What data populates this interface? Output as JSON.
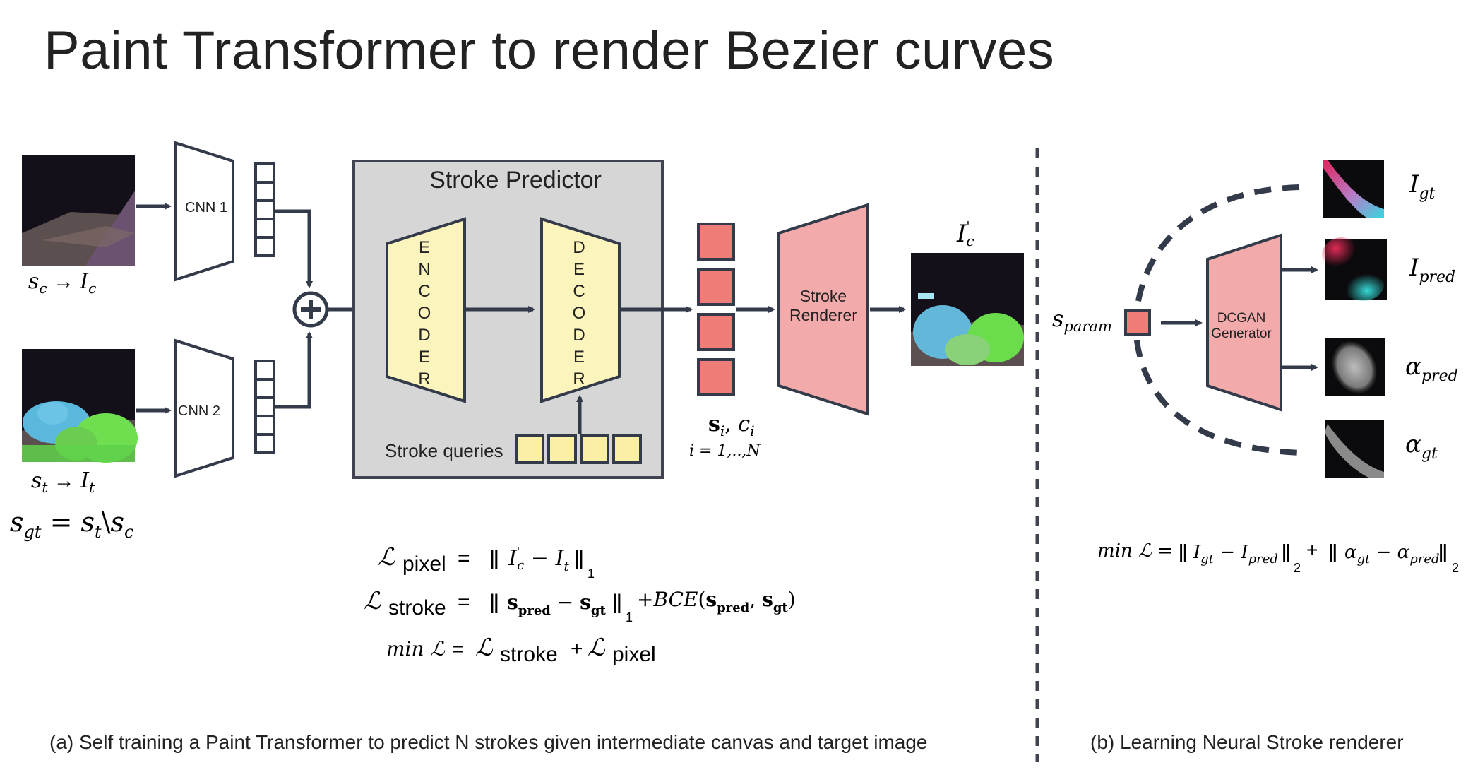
{
  "title": "Paint Transformer to render Bezier curves",
  "left_panel": {
    "cnn1_label": "CNN 1",
    "cnn2_label": "CNN 2",
    "img_c_label": "s_c → I_c",
    "img_t_label": "s_t → I_t",
    "sgt_formula": "s_gt = s_t\\s_c",
    "stroke_predictor_title": "Stroke Predictor",
    "encoder_letters": [
      "E",
      "N",
      "C",
      "O",
      "D",
      "E",
      "R"
    ],
    "decoder_letters": [
      "D",
      "E",
      "C",
      "O",
      "D",
      "E",
      "R"
    ],
    "stroke_queries_label": "Stroke queries",
    "stroke_renderer_label_1": "Stroke",
    "stroke_renderer_label_2": "Renderer",
    "si_ci_label": "s_i, c_i",
    "i_range_label": "i = 1,..,N",
    "output_label": "I'_c",
    "loss_pixel": "ℒ pixel = ‖ I'_c − I_t ‖₁",
    "loss_stroke": "ℒ stroke = ‖ s_pred − s_gt ‖₁ + BCE(s_pred, s_gt)",
    "loss_total": "min ℒ = ℒ stroke + ℒ pixel",
    "caption": "(a) Self training a Paint Transformer to predict N strokes given intermediate canvas and target image"
  },
  "right_panel": {
    "sparam_label": "s_param",
    "generator_label_1": "DCGAN",
    "generator_label_2": "Generator",
    "outputs": [
      "I_gt",
      "I_pred",
      "α_pred",
      "α_gt"
    ],
    "loss_formula": "min ℒ = ‖ I_gt − I_pred ‖₂ + ‖ α_gt − α_pred ‖₂",
    "caption": "(b) Learning Neural Stroke renderer"
  },
  "colors": {
    "predictor_bg": "#d6d6d6",
    "encoder_fill": "#fbf4bd",
    "pink": "#f2aaaa",
    "token_red": "#ef7c77",
    "query_yellow": "#fbeea5",
    "outline": "#333a4a"
  }
}
